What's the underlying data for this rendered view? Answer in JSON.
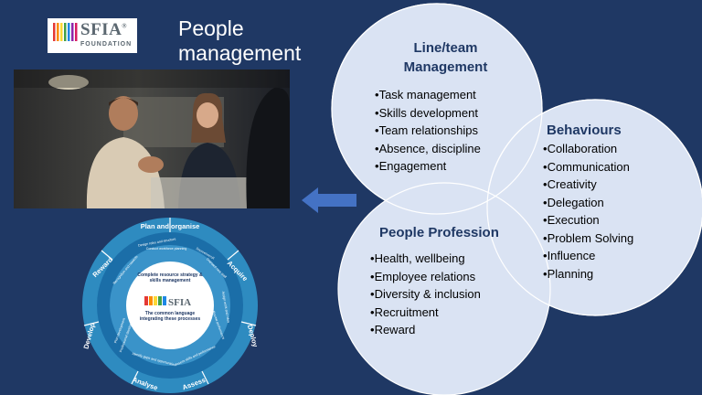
{
  "logo": {
    "word": "SFIA",
    "mark": "®",
    "sub": "FOUNDATION"
  },
  "title": "People management",
  "circles": {
    "line_team": {
      "heading_line1": "Line/team",
      "heading_line2": "Management",
      "items": [
        "Task management",
        "Skills development",
        "Team relationships",
        "Absence, discipline",
        "Engagement"
      ]
    },
    "behaviours": {
      "heading": "Behaviours",
      "items": [
        "Collaboration",
        "Communication",
        "Creativity",
        "Delegation",
        "Execution",
        "Problem Solving",
        "Influence",
        "Planning"
      ]
    },
    "people_profession": {
      "heading": "People Profession",
      "items": [
        "Health, wellbeing",
        "Employee relations",
        "Diversity & inclusion",
        "Recruitment",
        "Reward"
      ]
    }
  },
  "wheel": {
    "segments": [
      "Plan and organise",
      "Acquire",
      "Deploy",
      "Assess",
      "Analyse",
      "Develop",
      "Reward"
    ],
    "inner_labels": [
      "Design roles and structure",
      "Conduct workforce planning",
      "Source/recruit",
      "Onboard new staff",
      "Assign work and roles",
      "Review performance",
      "Assess skills and performance",
      "Identify gaps and opportunities",
      "Plan development",
      "Professional development",
      "Recognition and rewards"
    ],
    "center_top": "Complete resource strategy & skills management",
    "center_logo": "SFIA",
    "center_bottom": "The common language integrating these processes"
  },
  "colors": {
    "background": "#1f3864",
    "circle_fill": "#dae3f3",
    "heading": "#1f3864",
    "arrow": "#4472c4",
    "wheel_outer": "#2e8bc0",
    "wheel_ring": "#1b6ea8"
  }
}
